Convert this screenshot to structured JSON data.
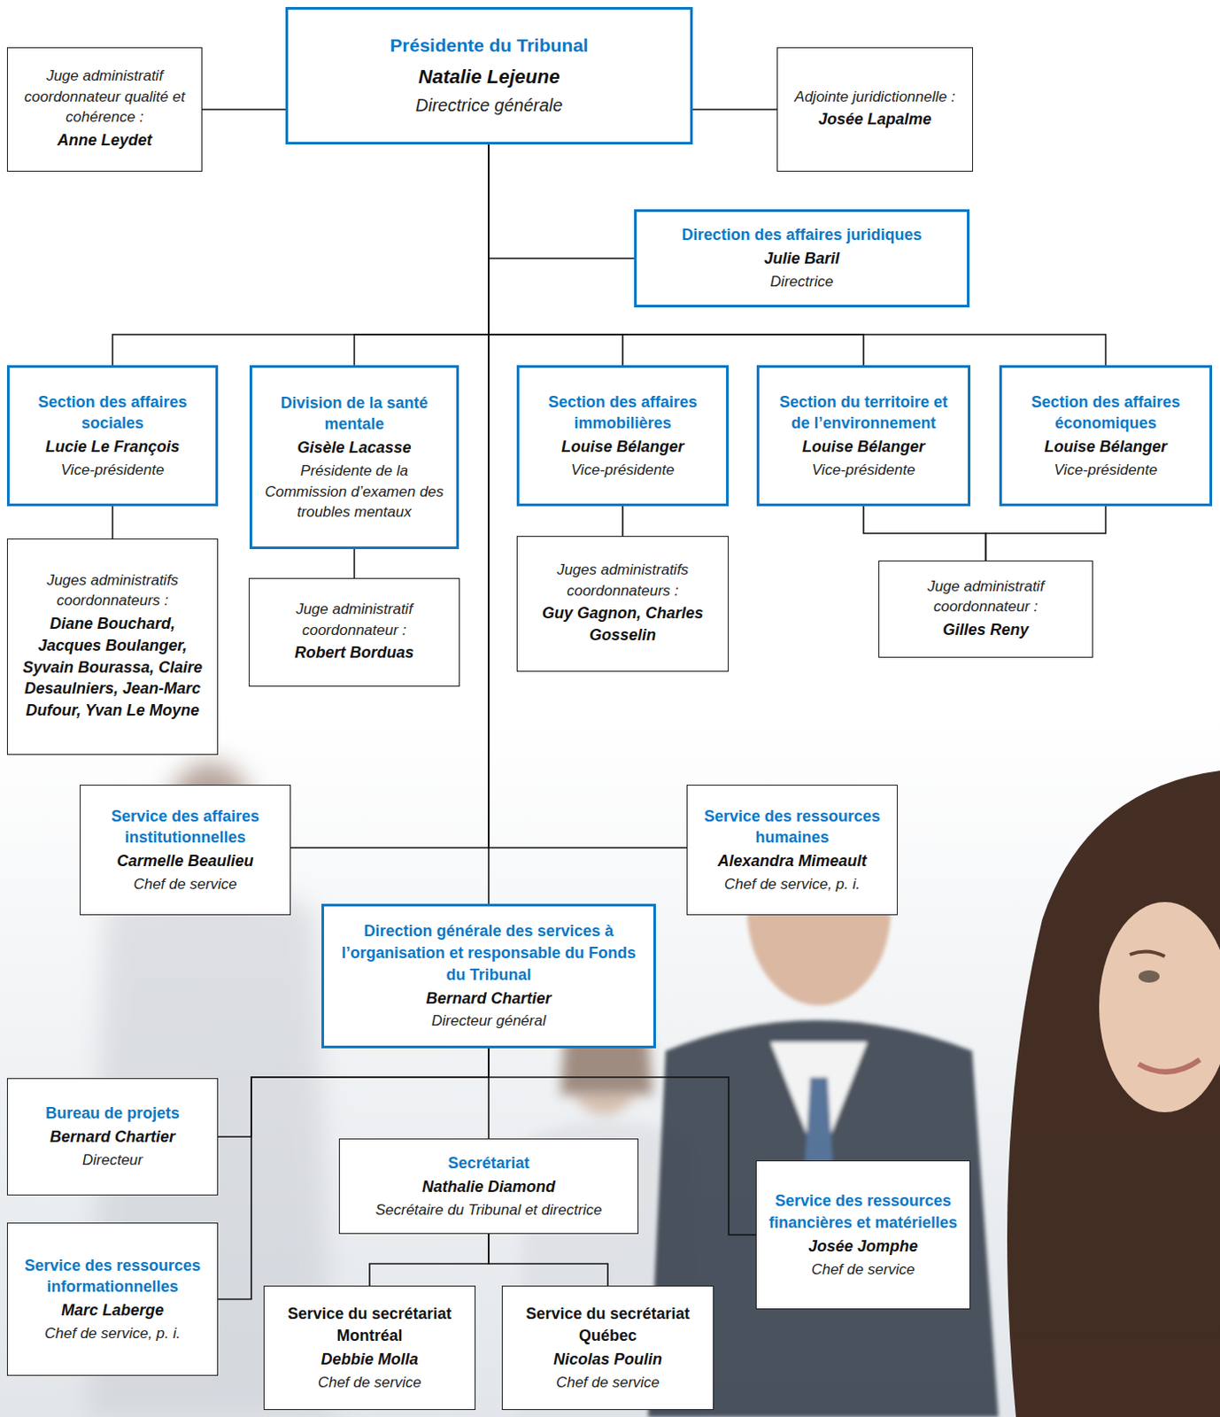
{
  "diagram": {
    "nodes": [
      {
        "text": [
          "Présidente du Tribunal",
          "Natalie Lejeune",
          "Directrice générale"
        ]
      },
      {
        "text": [
          "Juge administratif coordonnateur qualité et cohérence :",
          "Anne Leydet"
        ]
      },
      {
        "text": [
          "Adjointe juridictionnelle :",
          "Josée Lapalme"
        ]
      },
      {
        "text": [
          "Direction des affaires juridiques",
          "Julie Baril",
          "Directrice"
        ]
      },
      {
        "text": [
          "Section des affaires sociales",
          "Lucie Le François",
          "Vice-présidente"
        ]
      },
      {
        "text": [
          "Division de la santé mentale",
          "Gisèle Lacasse",
          "Présidente de la Commission d’examen des troubles mentaux"
        ]
      },
      {
        "text": [
          "Section des affaires immobilières",
          "Louise Bélanger",
          "Vice-présidente"
        ]
      },
      {
        "text": [
          "Section du territoire et de l’environnement",
          "Louise Bélanger",
          "Vice-présidente"
        ]
      },
      {
        "text": [
          "Section des affaires économiques",
          "Louise Bélanger",
          "Vice-présidente"
        ]
      },
      {
        "text": [
          "Juges administratifs coordonnateurs :",
          "Diane Bouchard, Jacques Boulanger, Syvain Bourassa, Claire Desaulniers, Jean-Marc Dufour, Yvan Le Moyne"
        ]
      },
      {
        "text": [
          "Juge administratif coordonnateur :",
          "Robert Borduas"
        ]
      },
      {
        "text": [
          "Juges administratifs coordonnateurs :",
          "Guy Gagnon, Charles Gosselin"
        ]
      },
      {
        "text": [
          "Juge administratif coordonnateur :",
          "Gilles Reny"
        ]
      },
      {
        "text": [
          "Service des affaires institutionnelles",
          "Carmelle Beaulieu",
          "Chef de service"
        ]
      },
      {
        "text": [
          "Service des ressources humaines",
          "Alexandra Mimeault",
          "Chef de service, p. i."
        ]
      },
      {
        "text": [
          "Direction générale des services à l’organisation et responsable du Fonds du Tribunal",
          "Bernard Chartier",
          "Directeur général"
        ]
      },
      {
        "text": [
          "Bureau de projets",
          "Bernard Chartier",
          "Directeur"
        ]
      },
      {
        "text": [
          "Service des ressources informationnelles",
          "Marc Laberge",
          "Chef de service, p. i."
        ]
      },
      {
        "text": [
          "Secrétariat",
          "Nathalie Diamond",
          "Secrétaire du Tribunal et directrice"
        ]
      },
      {
        "text": [
          "Service des ressources financières et matérielles",
          "Josée Jomphe",
          "Chef de service"
        ]
      },
      {
        "text": [
          "Service du secrétariat Montréal",
          "Debbie Molla",
          "Chef de service"
        ]
      },
      {
        "text": [
          "Service du secrétariat Québec",
          "Nicolas Poulin",
          "Chef de service"
        ]
      }
    ],
    "edges": [
      {
        "from": 0,
        "to": 1,
        "arrow": "none"
      },
      {
        "from": 0,
        "to": 2,
        "arrow": "none"
      },
      {
        "from": 0,
        "to": 3,
        "arrow": "none"
      },
      {
        "from": 0,
        "to": 4,
        "arrow": "none"
      },
      {
        "from": 0,
        "to": 5,
        "arrow": "none"
      },
      {
        "from": 0,
        "to": 6,
        "arrow": "none"
      },
      {
        "from": 0,
        "to": 7,
        "arrow": "none"
      },
      {
        "from": 0,
        "to": 8,
        "arrow": "none"
      },
      {
        "from": 4,
        "to": 9,
        "arrow": "none"
      },
      {
        "from": 5,
        "to": 10,
        "arrow": "none"
      },
      {
        "from": 6,
        "to": 11,
        "arrow": "none"
      },
      {
        "from": 7,
        "to": 12,
        "arrow": "none"
      },
      {
        "from": 8,
        "to": 12,
        "arrow": "none"
      },
      {
        "from": 0,
        "to": 13,
        "arrow": "none"
      },
      {
        "from": 0,
        "to": 14,
        "arrow": "none"
      },
      {
        "from": 0,
        "to": 15,
        "arrow": "none"
      },
      {
        "from": 15,
        "to": 16,
        "arrow": "none"
      },
      {
        "from": 15,
        "to": 17,
        "arrow": "none"
      },
      {
        "from": 15,
        "to": 18,
        "arrow": "none"
      },
      {
        "from": 15,
        "to": 19,
        "arrow": "none"
      },
      {
        "from": 18,
        "to": 20,
        "arrow": "none"
      },
      {
        "from": 18,
        "to": 21,
        "arrow": "none"
      }
    ]
  }
}
